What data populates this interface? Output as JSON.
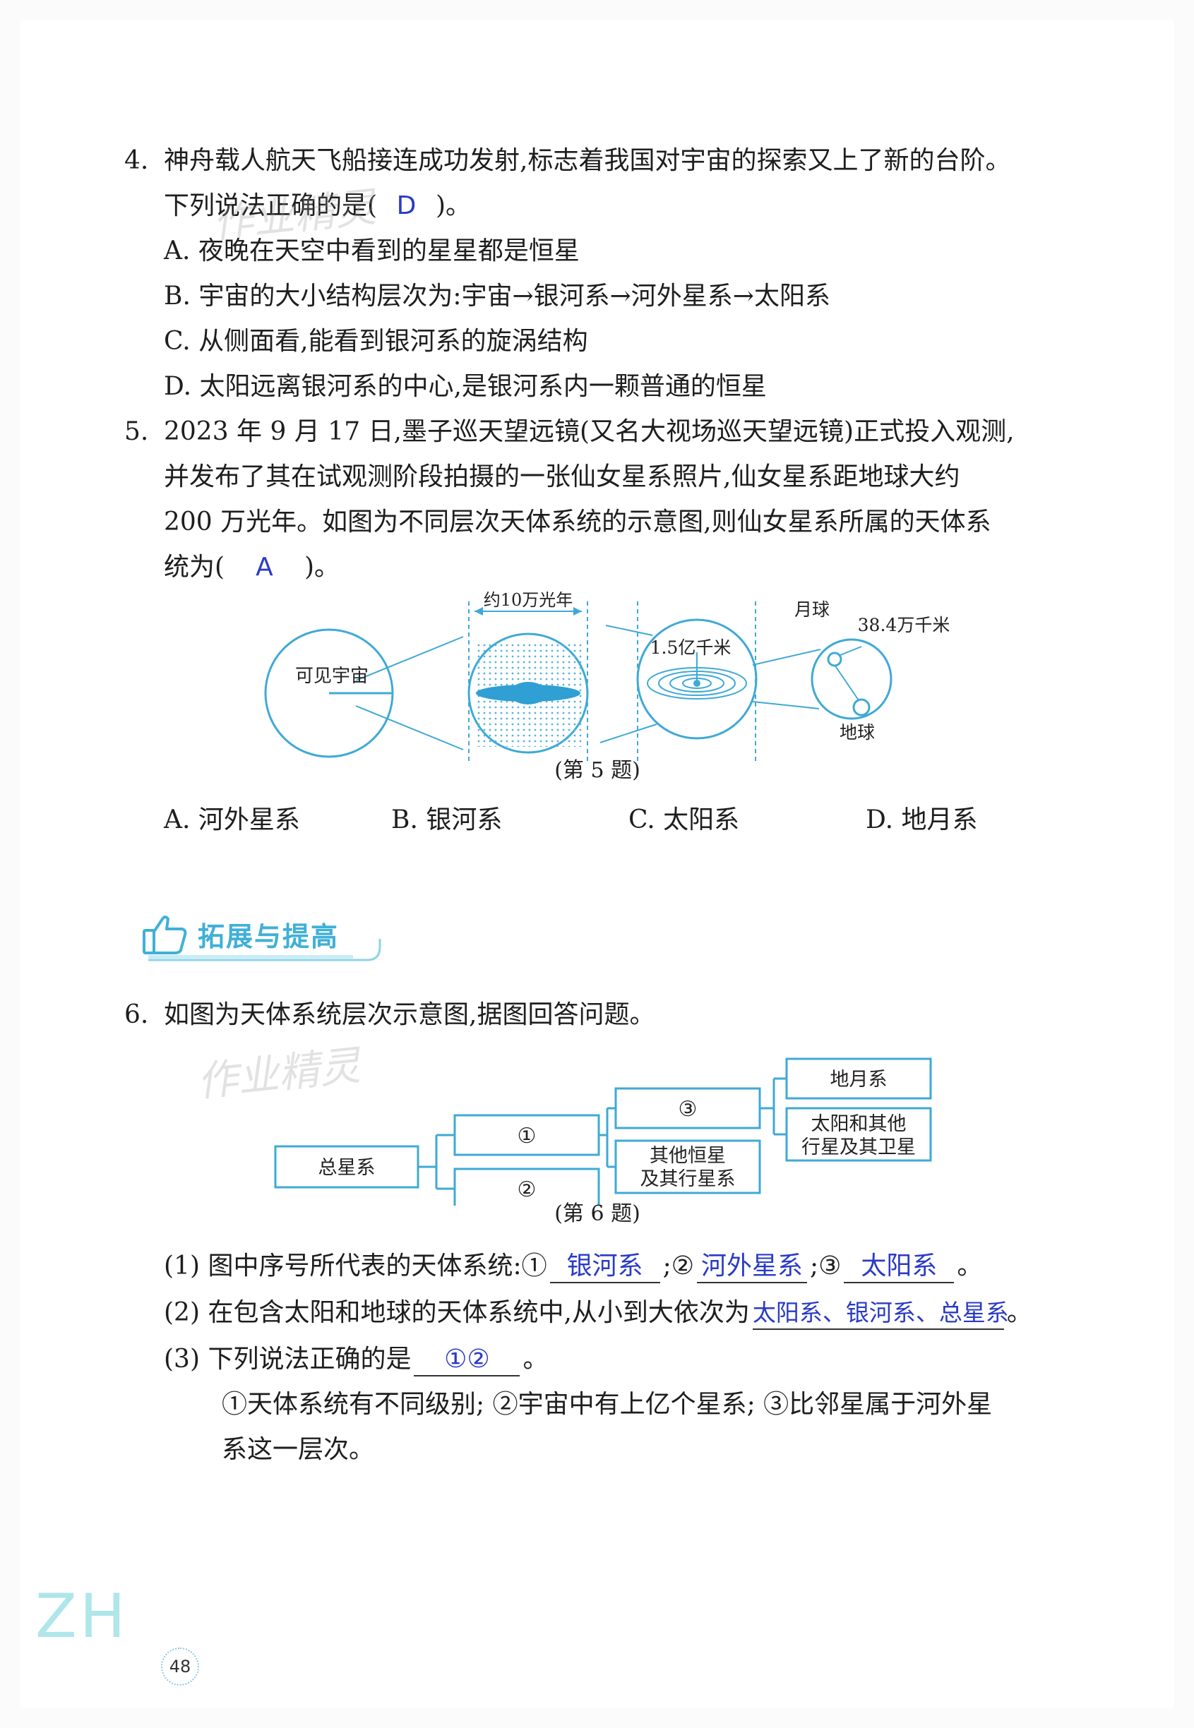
{
  "q4": {
    "num": "4.",
    "stem1": "神舟载人航天飞船接连成功发射,标志着我国对宇宙的探索又上了新的台阶。",
    "stem2_pre": "下列说法正确的是(",
    "answer": "D",
    "stem2_post": ")。",
    "options": [
      "A.  夜晚在天空中看到的星星都是恒星",
      "B.  宇宙的大小结构层次为:宇宙→银河系→河外星系→太阳系",
      "C.  从侧面看,能看到银河系的旋涡结构",
      "D.  太阳远离银河系的中心,是银河系内一颗普通的恒星"
    ]
  },
  "q5": {
    "num": "5.",
    "lines": [
      "2023 年 9 月 17 日,墨子巡天望远镜(又名大视场巡天望远镜)正式投入观测,",
      "并发布了其在试观测阶段拍摄的一张仙女星系照片,仙女星系距地球大约",
      "200 万光年。如图为不同层次天体系统的示意图,则仙女星系所属的天体系"
    ],
    "last_pre": "统为(",
    "answer": "A",
    "last_post": ")。",
    "figure": {
      "label_universe": "可见宇宙",
      "label_width": "约10万光年",
      "label_distance_sun": "1.5亿千米",
      "label_moon": "月球",
      "label_distance_moon": "38.4万千米",
      "label_earth": "地球"
    },
    "caption": "(第 5 题)",
    "options": [
      "A.  河外星系",
      "B.  银河系",
      "C.  太阳系",
      "D.  地月系"
    ]
  },
  "section": {
    "title": "拓展与提高",
    "icon": "thumbs-up-icon"
  },
  "q6": {
    "num": "6.",
    "stem": "如图为天体系统层次示意图,据图回答问题。",
    "diagram": {
      "root": "总星系",
      "n1": "①",
      "n2": "②",
      "n3": "③",
      "other1": "其他恒星",
      "other2": "及其行星系",
      "em": "地月系",
      "sun1": "太阳和其他",
      "sun2": "行星及其卫星"
    },
    "caption": "(第 6 题)",
    "sub1": {
      "pre": "(1)  图中序号所代表的天体系统:①",
      "a1": "银河系",
      "mid1": ";②",
      "a2": "河外星系",
      "mid2": ";③",
      "a3": "太阳系",
      "post": "。"
    },
    "sub2": {
      "pre": "(2)  在包含太阳和地球的天体系统中,从小到大依次为",
      "a": "太阳系、银河系、总星系",
      "post": "。"
    },
    "sub3": {
      "pre": "(3)  下列说法正确的是",
      "a": "①②",
      "post": "。",
      "line1": "①天体系统有不同级别; ②宇宙中有上亿个星系; ③比邻星属于河外星",
      "line2": "系这一层次。"
    }
  },
  "watermark": "作业精灵",
  "footer": {
    "page_number": "48",
    "logo": "ZH"
  }
}
